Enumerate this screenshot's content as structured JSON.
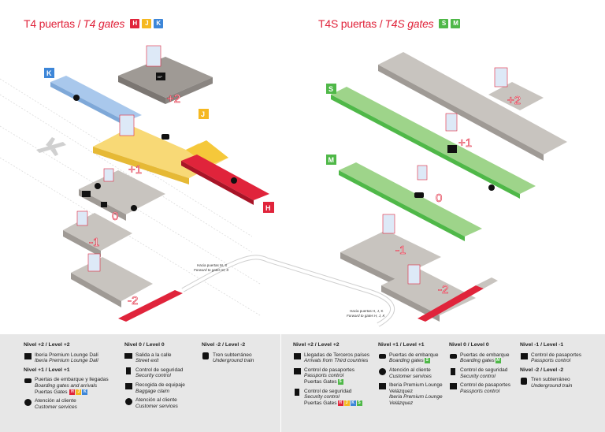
{
  "colors": {
    "red": "#e0243b",
    "yellow": "#f5c83a",
    "blue": "#4a88d6",
    "green": "#4fb848",
    "lightblue": "#a9c8ec",
    "lightyellow": "#f8d976",
    "lightgreen": "#9ed48a",
    "gray": "#9f9a95",
    "grayLight": "#c8c4bf"
  },
  "t4": {
    "title_es": "T4 puertas /",
    "title_en": "T4 gates",
    "badges": [
      {
        "letter": "H",
        "color": "#e0243b"
      },
      {
        "letter": "J",
        "color": "#f5b820"
      },
      {
        "letter": "K",
        "color": "#3d86d8"
      }
    ],
    "levels": [
      "+2",
      "+1",
      "0",
      "-1",
      "-2"
    ],
    "pier_labels": [
      "K",
      "J",
      "H"
    ],
    "walkway_note_1": "Hacia puertas M, S",
    "walkway_note_2": "Forward to gates M, S"
  },
  "t4s": {
    "title_es": "T4S puertas /",
    "title_en": "T4S gates",
    "badges": [
      {
        "letter": "S",
        "color": "#4fb848"
      },
      {
        "letter": "M",
        "color": "#4fb848"
      }
    ],
    "levels": [
      "+2",
      "+1",
      "0",
      "-1",
      "-2"
    ],
    "pier_labels": [
      "S",
      "M"
    ],
    "walkway_note_1": "Hacia puertas H, J, K",
    "walkway_note_2": "Forward to gates H, J, K"
  },
  "legend": {
    "t4_col1": {
      "head1": "Nivel +2 / Level +2",
      "i1_es": "Iberia Premium Lounge Dalí",
      "i1_en": "Iberia Premium Lounge Dalí",
      "head2": "Nivel +1 / Level +1",
      "i2_es": "Puertas de embarque y llegadas",
      "i2_en": "Boarding gates and arrivals",
      "i2_extra": "Puertas Gates",
      "i3_es": "Atención al cliente",
      "i3_en": "Customer services"
    },
    "t4_col2": {
      "head": "Nivel 0 / Level 0",
      "i1_es": "Salida a la calle",
      "i1_en": "Street exit",
      "i2_es": "Control de seguridad",
      "i2_en": "Security control",
      "i3_es": "Recogida de equipaje",
      "i3_en": "Baggage claim",
      "i4_es": "Atención al cliente",
      "i4_en": "Customer services"
    },
    "t4_col3": {
      "head": "Nivel -2 / Level -2",
      "i1_es": "Tren subterráneo",
      "i1_en": "Underground train"
    },
    "t4s_col1": {
      "head": "Nivel +2 / Level +2",
      "i1_es": "Llegadas de Terceros países",
      "i1_en": "Arrivals from Third countries",
      "i2_es": "Control de pasaportes",
      "i2_en": "Passports control",
      "i2_extra": "Puertas Gates",
      "i3_es": "Control de seguridad",
      "i3_en": "Security control",
      "i3_extra": "Puertas Gates"
    },
    "t4s_col2": {
      "head": "Nivel +1 / Level +1",
      "i1_es": "Puertas de embarque",
      "i1_en": "Boarding gates",
      "i2_es": "Atención al cliente",
      "i2_en": "Customer services",
      "i3_es": "Iberia Premium Lounge",
      "i3_es2": "Velázquez",
      "i3_en": "Iberia Premium Lounge Velázquez"
    },
    "t4s_col3": {
      "head": "Nivel 0 / Level 0",
      "i1_es": "Puertas de embarque",
      "i1_en": "Boarding gates",
      "i2_es": "Control de seguridad",
      "i2_en": "Security control",
      "i3_es": "Control de pasaportes",
      "i3_en": "Passports control"
    },
    "t4s_col4": {
      "head1": "Nivel -1 / Level -1",
      "i1_es": "Control de pasaportes",
      "i1_en": "Passports control",
      "head2": "Nivel -2 / Level -2",
      "i2_es": "Tren subterráneo",
      "i2_en": "Underground train"
    },
    "icons": {
      "vip": "VIP",
      "exit": "EXIT",
      "info": "i"
    }
  }
}
